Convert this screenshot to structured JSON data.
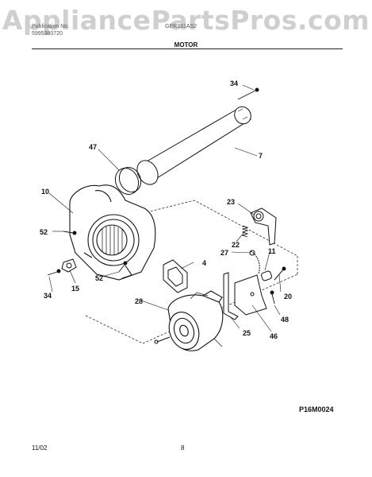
{
  "watermark": "AppliancePartsPros.com",
  "header": {
    "publication_label": "Publication No.",
    "publication_no": "5995380720",
    "model_no": "GER331AS2",
    "section_title": "MOTOR"
  },
  "callouts": {
    "c34_top": "34",
    "c7": "7",
    "c47": "47",
    "c10": "10",
    "c23": "23",
    "c52_left": "52",
    "c22": "22",
    "c4": "4",
    "c27": "27",
    "c11": "11",
    "c52_bottom": "52",
    "c15": "15",
    "c34_left": "34",
    "c20": "20",
    "c28": "28",
    "c48": "48",
    "c25": "25",
    "c46": "46"
  },
  "diagram_code": "P16M0024",
  "footer": {
    "date": "11/02",
    "page": "8"
  }
}
